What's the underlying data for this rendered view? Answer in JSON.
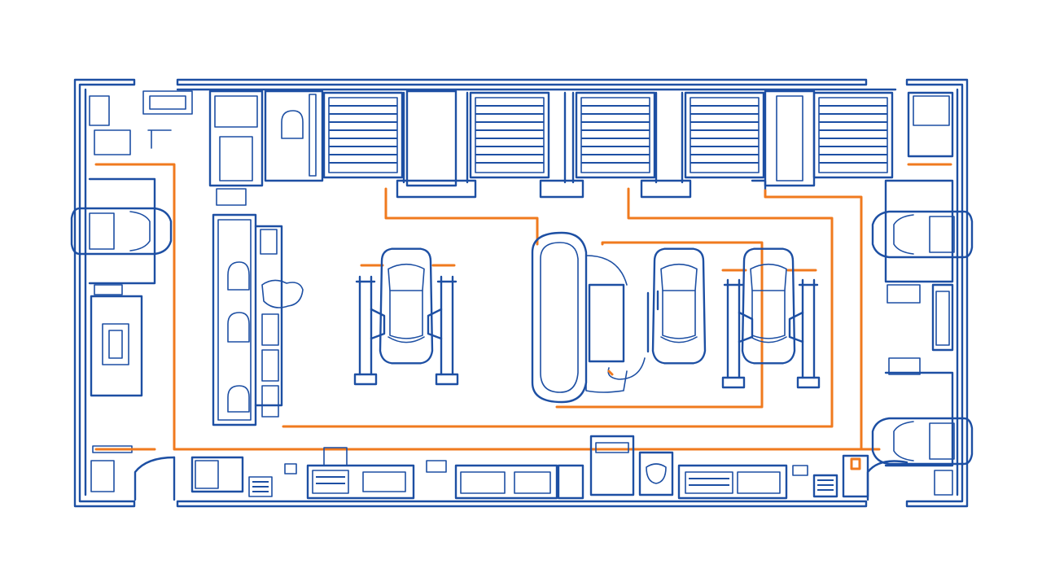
{
  "floor_plan": {
    "kind": "auto repair shop floor plan",
    "text_labels": [],
    "colors": {
      "walls": "#1d4fa3",
      "routing_lines": "#f07a1e",
      "background": "#ffffff"
    },
    "features": {
      "garage_doors": 5,
      "vehicle_lifts": 3,
      "parked_cars_left": 1,
      "parked_cars_right": 2,
      "vehicles_total": 6
    },
    "icons": [
      "car-icon",
      "vehicle-lift-icon",
      "garage-door-icon",
      "workbench-icon",
      "door-swing-icon",
      "cabinet-icon"
    ]
  }
}
